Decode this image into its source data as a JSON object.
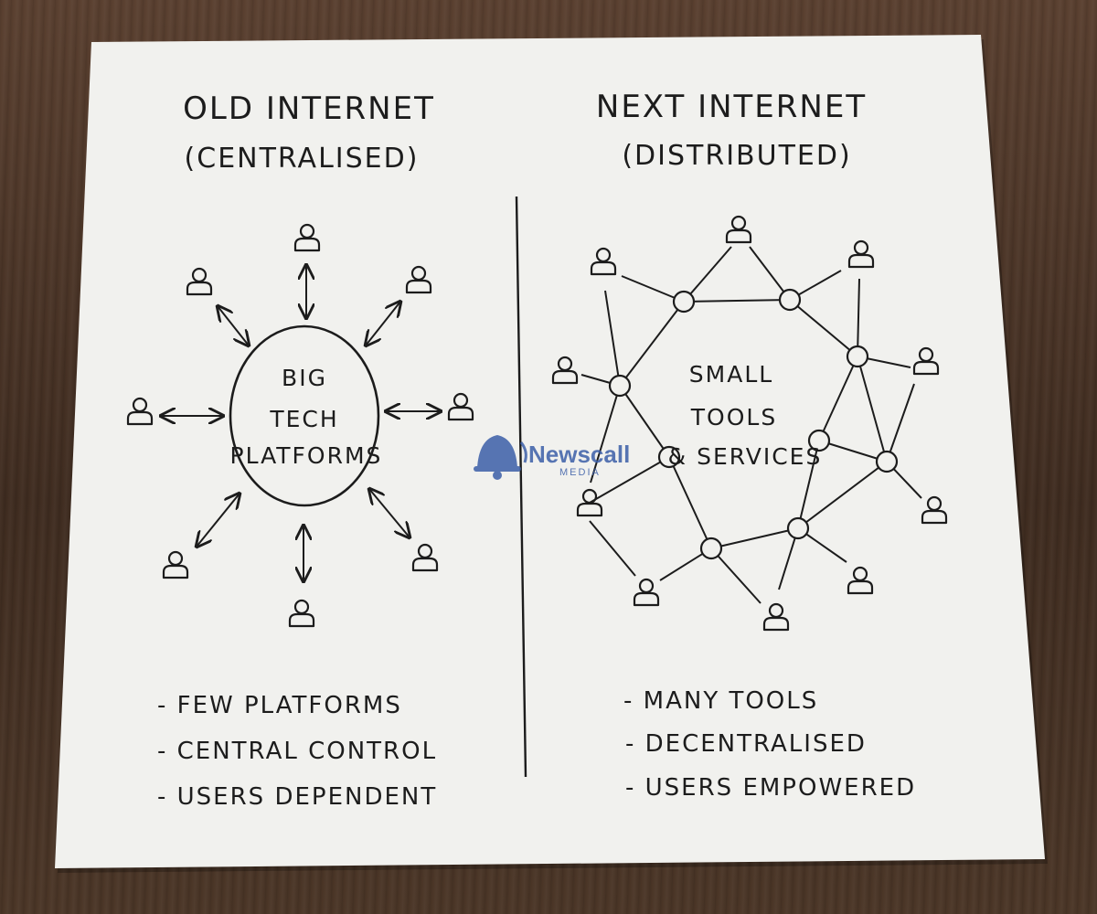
{
  "left": {
    "title_line1": "OLD INTERNET",
    "title_line2": "(CENTRALISED)",
    "hub_lines": [
      "BIG",
      "TECH",
      "PLATFORMS"
    ],
    "bullets": [
      "- FEW PLATFORMS",
      "- CENTRAL CONTROL",
      "- USERS DEPENDENT"
    ]
  },
  "right": {
    "title_line1": "NEXT INTERNET",
    "title_line2": "(DISTRIBUTED)",
    "center_lines": [
      "SMALL",
      "TOOLS",
      "& SERVICES"
    ],
    "bullets": [
      "- MANY TOOLS",
      "- DECENTRALISED",
      "- USERS EMPOWERED"
    ]
  },
  "watermark": {
    "brand": "Newscall",
    "tagline": "MEDIA",
    "icon": "bell-icon",
    "color": "#3c5fa8"
  },
  "colors": {
    "ink": "#1c1c1c",
    "paper": "#f1f1ee",
    "table": "#4a3526"
  }
}
